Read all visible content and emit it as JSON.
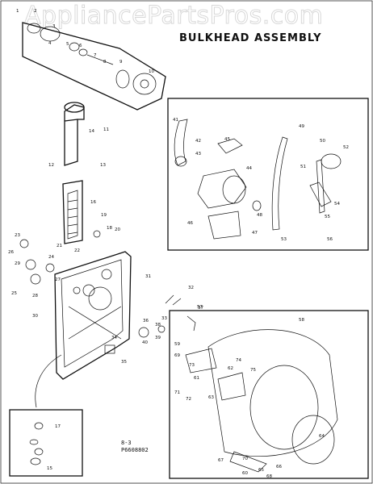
{
  "watermark": "AppliancePartsPros.com",
  "title": "BULKHEAD ASSEMBLY",
  "page_code": "8-3",
  "part_number": "P6608802",
  "callouts": [
    "1",
    "2",
    "3",
    "4",
    "5",
    "6",
    "7",
    "8",
    "9",
    "10",
    "11",
    "12",
    "13",
    "14",
    "15",
    "16",
    "17",
    "18",
    "19",
    "20",
    "21",
    "22",
    "23",
    "24",
    "25",
    "26",
    "27",
    "28",
    "29",
    "30",
    "31",
    "32",
    "33",
    "34",
    "35",
    "36",
    "37",
    "38",
    "39",
    "40",
    "41",
    "42",
    "43",
    "44",
    "45",
    "46",
    "47",
    "48",
    "49",
    "50",
    "51",
    "52",
    "53",
    "54",
    "55",
    "56",
    "57",
    "58",
    "59",
    "60",
    "61",
    "62",
    "63",
    "64",
    "65",
    "66",
    "67",
    "68",
    "69",
    "70",
    "71",
    "72",
    "73",
    "74",
    "75"
  ]
}
